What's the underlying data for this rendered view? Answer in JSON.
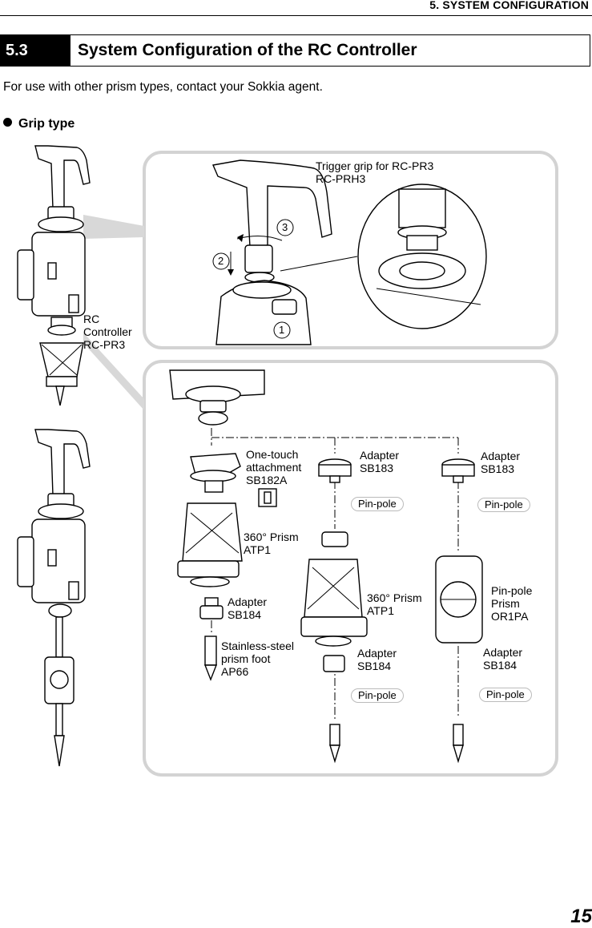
{
  "header": {
    "chapter": "5.  SYSTEM CONFIGURATION"
  },
  "section": {
    "number": "5.3",
    "title": "System Configuration of the RC Controller"
  },
  "intro_text": "For use with other prism types, contact your Sokkia agent.",
  "bullet": {
    "title": "Grip type"
  },
  "labels": {
    "trigger_grip": "Trigger grip for RC-PR3\nRC-PRH3",
    "step1": "1",
    "step2": "2",
    "step3": "3",
    "rc_controller": "RC\nController\nRC-PR3",
    "one_touch": "One-touch\nattachment\nSB182A",
    "adapter_sb183_a": "Adapter\nSB183",
    "adapter_sb183_b": "Adapter\nSB183",
    "prism_atp1_a": "360° Prism\nATP1",
    "prism_atp1_b": "360° Prism\nATP1",
    "pinpole_prism": "Pin-pole\nPrism\nOR1PA",
    "adapter_sb184_a": "Adapter\nSB184",
    "adapter_sb184_b": "Adapter\nSB184",
    "adapter_sb184_c": "Adapter\nSB184",
    "prism_foot": "Stainless-steel\nprism foot\nAP66"
  },
  "pills": {
    "pin_pole_1": "Pin-pole",
    "pin_pole_2": "Pin-pole",
    "pin_pole_3": "Pin-pole",
    "pin_pole_4": "Pin-pole"
  },
  "page_number": "15"
}
